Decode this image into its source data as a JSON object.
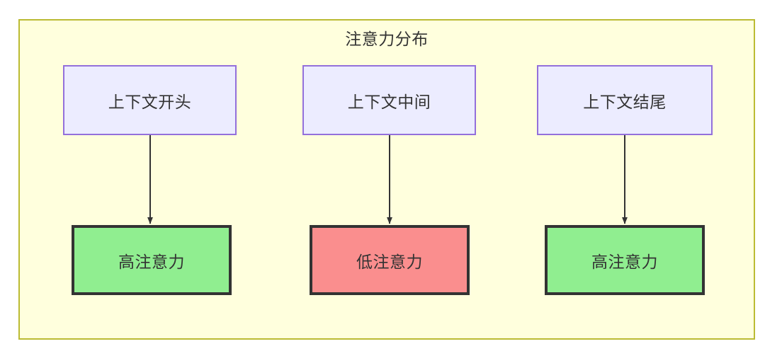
{
  "diagram": {
    "title": "注意力分布",
    "container": {
      "fill": "#ffffdd",
      "stroke": "#bbbb33"
    },
    "nodes": [
      {
        "id": "ctx-start",
        "label": "上下文开头",
        "group": "context",
        "fill": "#ececff",
        "stroke": "#9370db"
      },
      {
        "id": "ctx-middle",
        "label": "上下文中间",
        "group": "context",
        "fill": "#ececff",
        "stroke": "#9370db"
      },
      {
        "id": "ctx-end",
        "label": "上下文结尾",
        "group": "context",
        "fill": "#ececff",
        "stroke": "#9370db"
      },
      {
        "id": "attn-start",
        "label": "高注意力",
        "group": "attention",
        "fill": "#90ee90",
        "stroke": "#333333"
      },
      {
        "id": "attn-middle",
        "label": "低注意力",
        "group": "attention",
        "fill": "#fa8e8e",
        "stroke": "#333333"
      },
      {
        "id": "attn-end",
        "label": "高注意力",
        "group": "attention",
        "fill": "#90ee90",
        "stroke": "#333333"
      }
    ],
    "edges": [
      {
        "from": "ctx-start",
        "to": "attn-start",
        "label": "",
        "arrow": "filled-triangle"
      },
      {
        "from": "ctx-middle",
        "to": "attn-middle",
        "label": "",
        "arrow": "filled-triangle"
      },
      {
        "from": "ctx-end",
        "to": "attn-end",
        "label": "",
        "arrow": "filled-triangle"
      }
    ],
    "edge_color": "#333333"
  }
}
